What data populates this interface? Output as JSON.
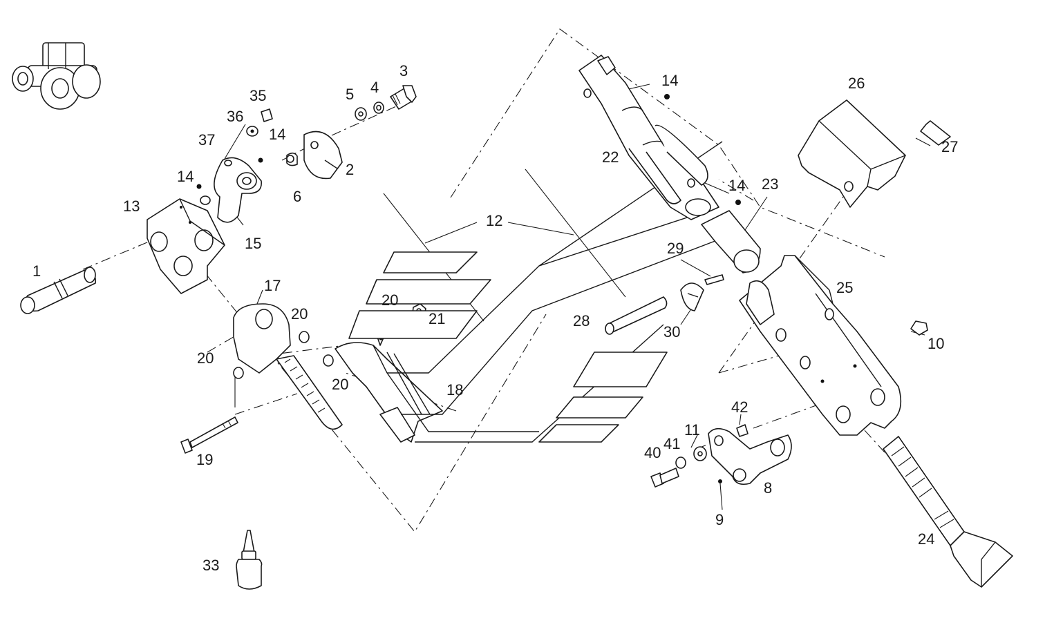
{
  "diagram": {
    "colors": {
      "ink": "#1a1a1a",
      "background": "#ffffff"
    },
    "icon": "tractor-icon",
    "labels": [
      "1",
      "2",
      "3",
      "4",
      "5",
      "6",
      "8",
      "9",
      "10",
      "11",
      "12",
      "13",
      "14",
      "14",
      "14",
      "14",
      "15",
      "17",
      "18",
      "19",
      "20",
      "20",
      "20",
      "20",
      "21",
      "22",
      "23",
      "24",
      "25",
      "26",
      "27",
      "28",
      "29",
      "30",
      "33",
      "35",
      "36",
      "37",
      "40",
      "41",
      "42"
    ]
  }
}
